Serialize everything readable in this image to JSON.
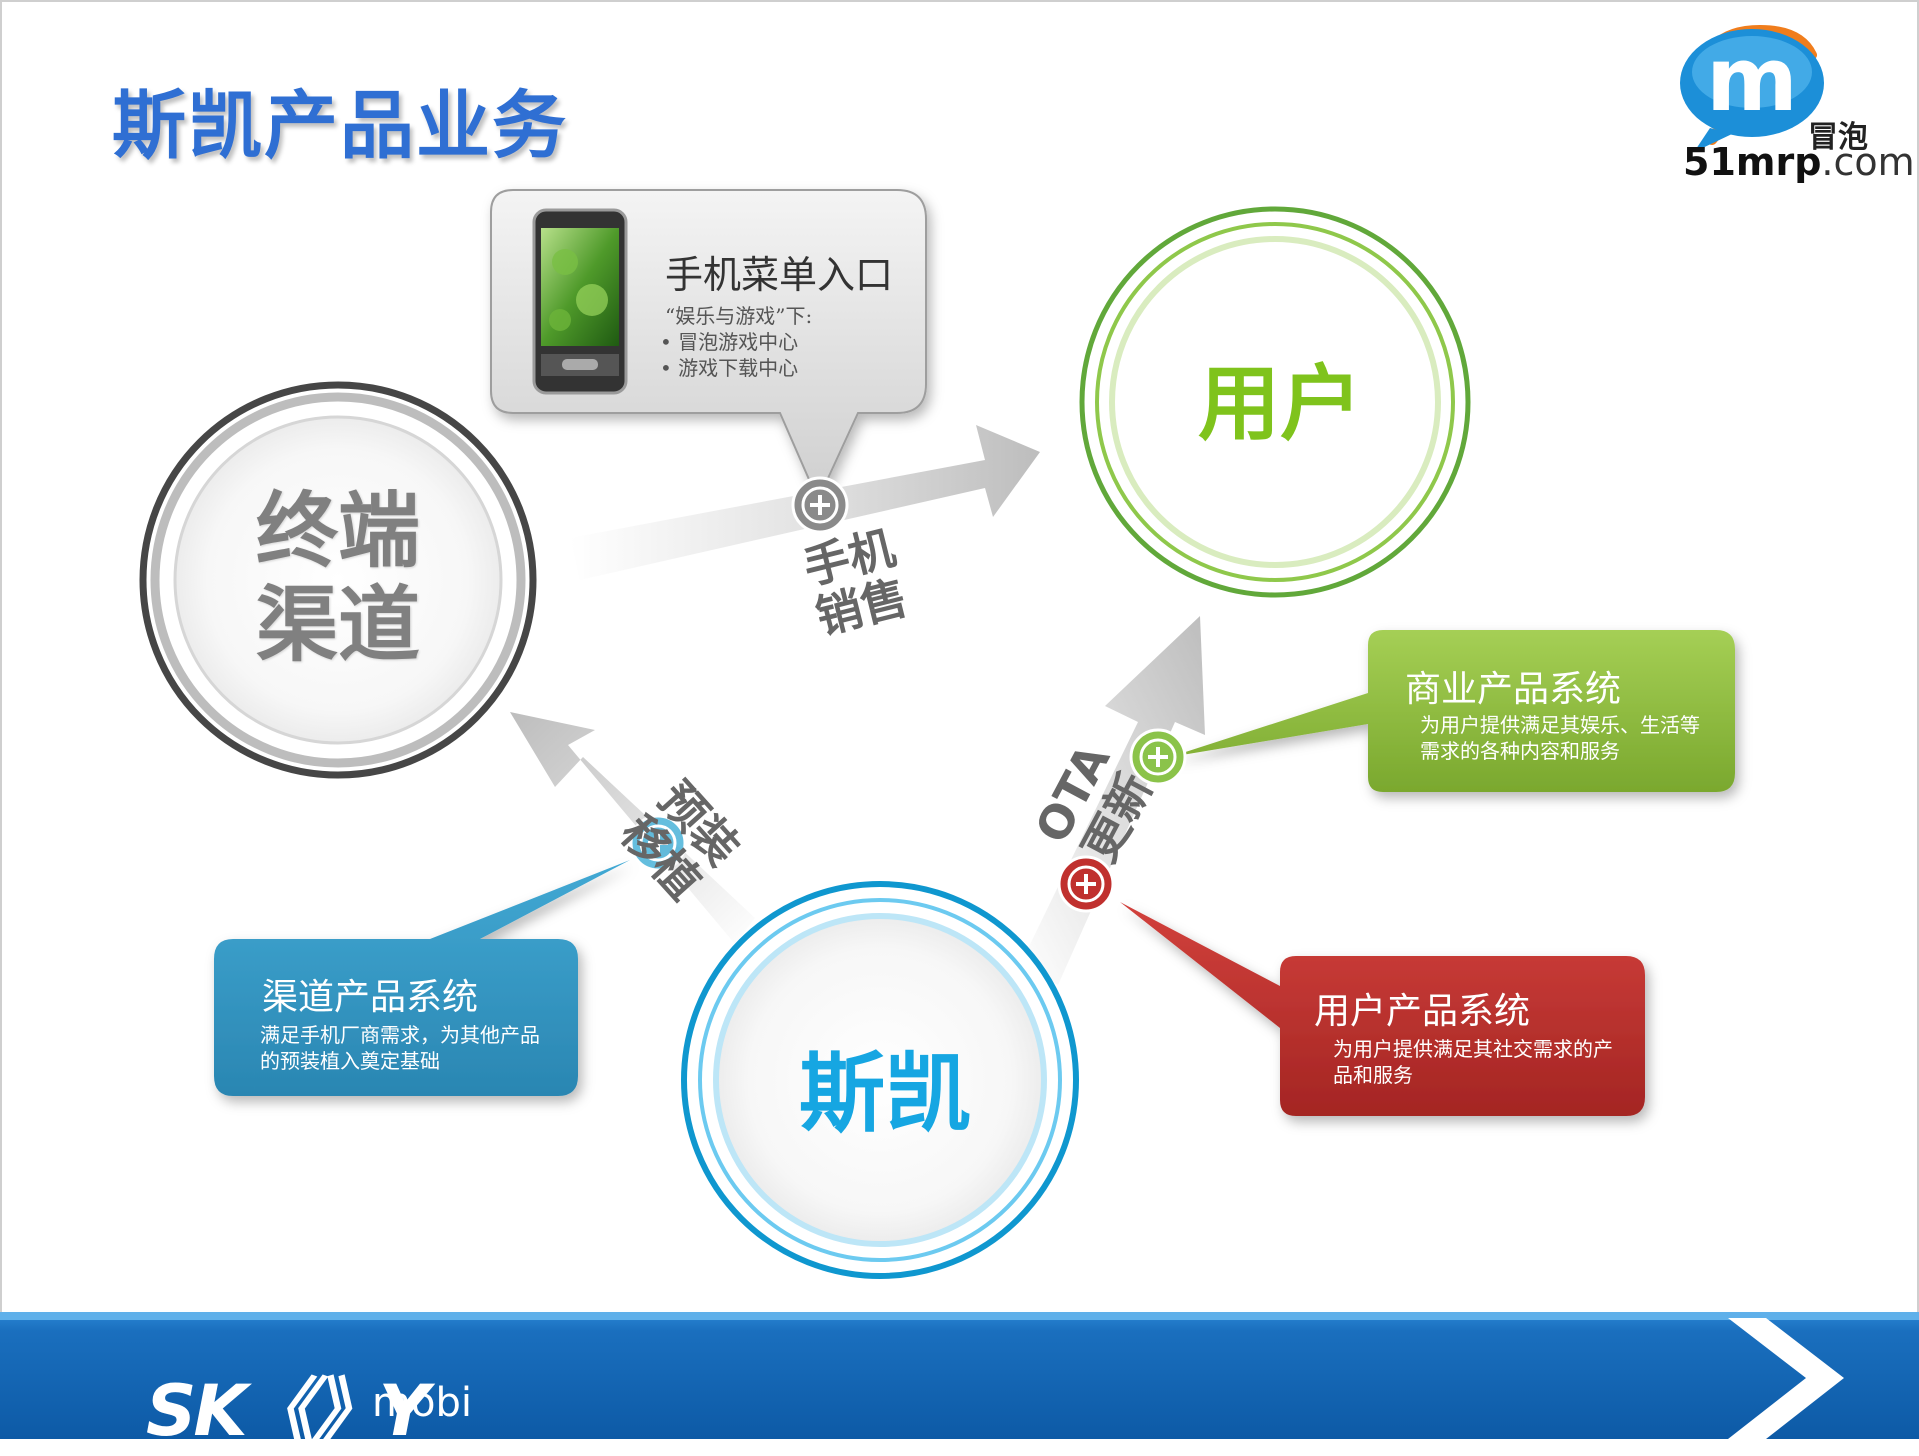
{
  "title": "斯凯产品业务",
  "logo": {
    "name": "冒泡",
    "domain_main": "51mrp",
    "domain_suffix": ".com",
    "mark_letter": "m"
  },
  "nodes": {
    "terminal_channel": [
      "终端",
      "渠道"
    ],
    "user": "用户",
    "skymobi": "斯凯"
  },
  "arrows": {
    "sales": [
      "手机",
      "销售"
    ],
    "preinstall": [
      "预装",
      "移植"
    ],
    "ota": [
      "OTA",
      "更新"
    ]
  },
  "callouts": {
    "phone_menu": {
      "title": "手机菜单入口",
      "intro": "“娱乐与游戏”下:",
      "items": [
        "• 冒泡游戏中心",
        "• 游戏下载中心"
      ]
    },
    "commercial_system": {
      "title": "商业产品系统",
      "description": "为用户提供满足其娱乐、生活等需求的各种内容和服务"
    },
    "user_system": {
      "title": "用户产品系统",
      "description": "为用户提供满足其社交需求的产品和服务"
    },
    "channel_system": {
      "title": "渠道产品系统",
      "description": "满足手机厂商需求，为其他产品的预装植入奠定基础"
    }
  },
  "footer": {
    "brand": "SK《》Y",
    "suffix": "mobi"
  },
  "colors": {
    "title_blue": "#2f6fd3",
    "user_green": "#7fc31c",
    "skymobi_blue": "#16a6e2",
    "terminal_gray": "#808080",
    "commercial_green": "#8cb83a",
    "user_system_red": "#c0302e",
    "channel_teal": "#2e95c2",
    "footer_blue": "#1570c0"
  },
  "icons": [
    "phone-image",
    "plus-circle-icon",
    "chevron-right-icon",
    "speech-bubble-logo"
  ]
}
